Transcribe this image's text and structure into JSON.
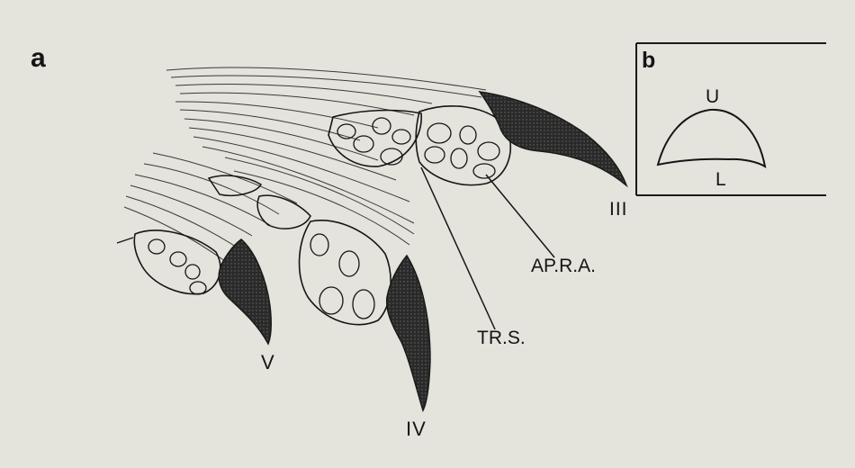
{
  "panels": {
    "a_label": "a",
    "b_label": "b"
  },
  "inset": {
    "upper_label": "U",
    "lower_label": "L"
  },
  "digits": {
    "third": "III",
    "fourth": "IV",
    "fifth": "V"
  },
  "annotations": {
    "apra": "AP.R.A.",
    "trs": "TR.S."
  },
  "colors": {
    "paper": "#e4e3dc",
    "ink": "#151515",
    "claw": "#2a2a2a"
  }
}
